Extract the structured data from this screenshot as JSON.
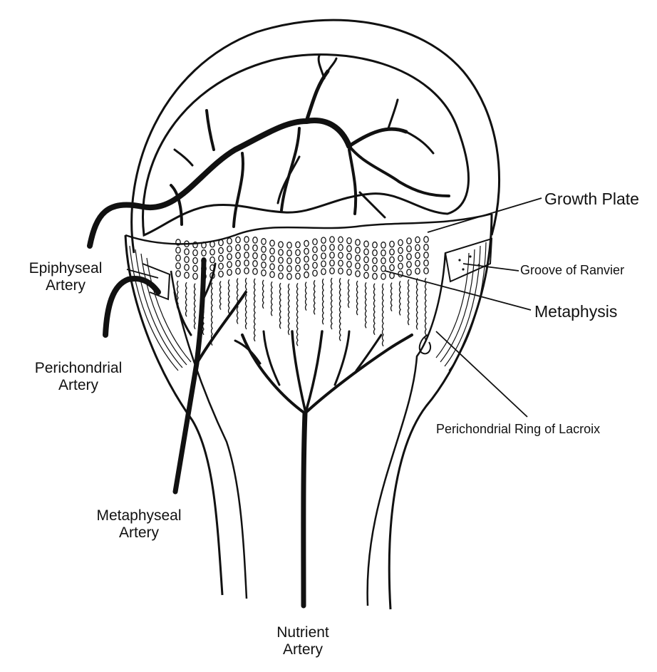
{
  "labels": {
    "growth_plate": "Growth Plate",
    "groove_of_ranvier": "Groove of Ranvier",
    "metaphysis": "Metaphysis",
    "perichondrial_ring": "Perichondrial Ring of Lacroix",
    "epiphyseal_artery": [
      "Epiphyseal",
      "Artery"
    ],
    "perichondrial_artery": [
      "Perichondrial",
      "Artery"
    ],
    "metaphyseal_artery": [
      "Metaphyseal",
      "Artery"
    ],
    "nutrient_artery": [
      "Nutrient",
      "Artery"
    ]
  },
  "colors": {
    "ink": "#111111",
    "background": "#ffffff"
  }
}
